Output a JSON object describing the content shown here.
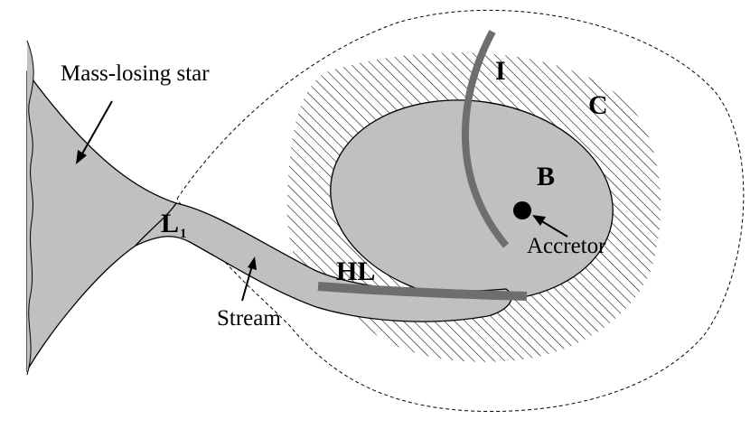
{
  "labels": {
    "mass_losing_star": "Mass-losing star",
    "l1_main": "L",
    "l1_sub": "1",
    "stream": "Stream",
    "accretor": "Accretor",
    "region_i": "I",
    "region_c": "C",
    "region_b": "B",
    "region_hl": "HL"
  },
  "colors": {
    "fill_gray": "#c0c0c0",
    "band_gray": "#6e6e6e",
    "hatch": "#000000",
    "outline": "#000000"
  }
}
